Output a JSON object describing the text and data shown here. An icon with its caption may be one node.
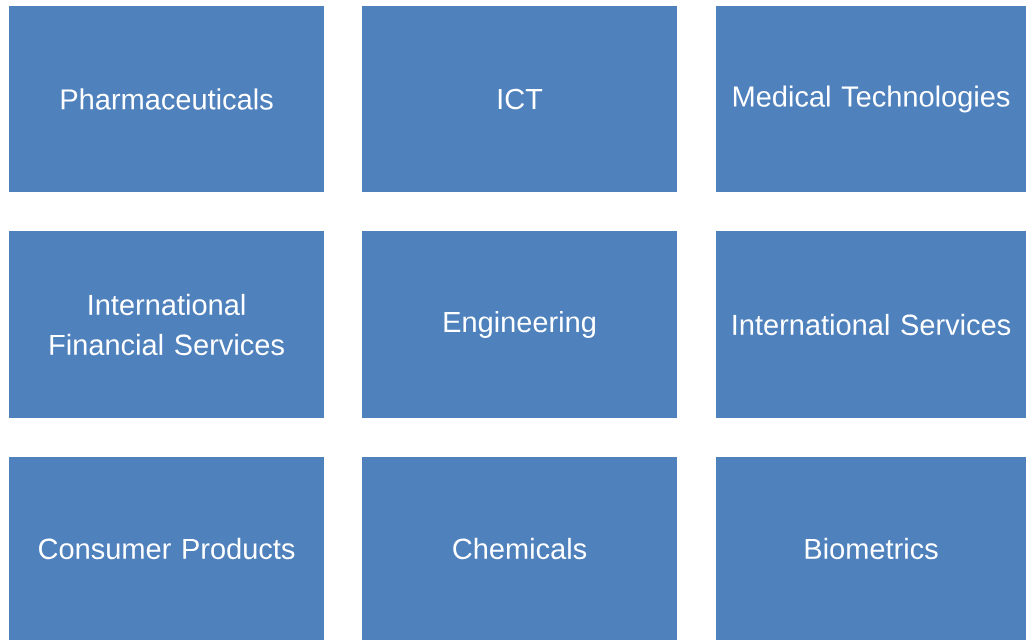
{
  "diagram": {
    "nodes": [
      {
        "text": [
          "Pharmaceuticals"
        ]
      },
      {
        "text": [
          "ICT"
        ]
      },
      {
        "text": [
          "Medical Technologies"
        ]
      },
      {
        "text": [
          "International Financial Services"
        ]
      },
      {
        "text": [
          "Engineering"
        ]
      },
      {
        "text": [
          "International Services"
        ]
      },
      {
        "text": [
          "Consumer Products"
        ]
      },
      {
        "text": [
          "Chemicals"
        ]
      },
      {
        "text": [
          "Biometrics"
        ]
      }
    ]
  }
}
